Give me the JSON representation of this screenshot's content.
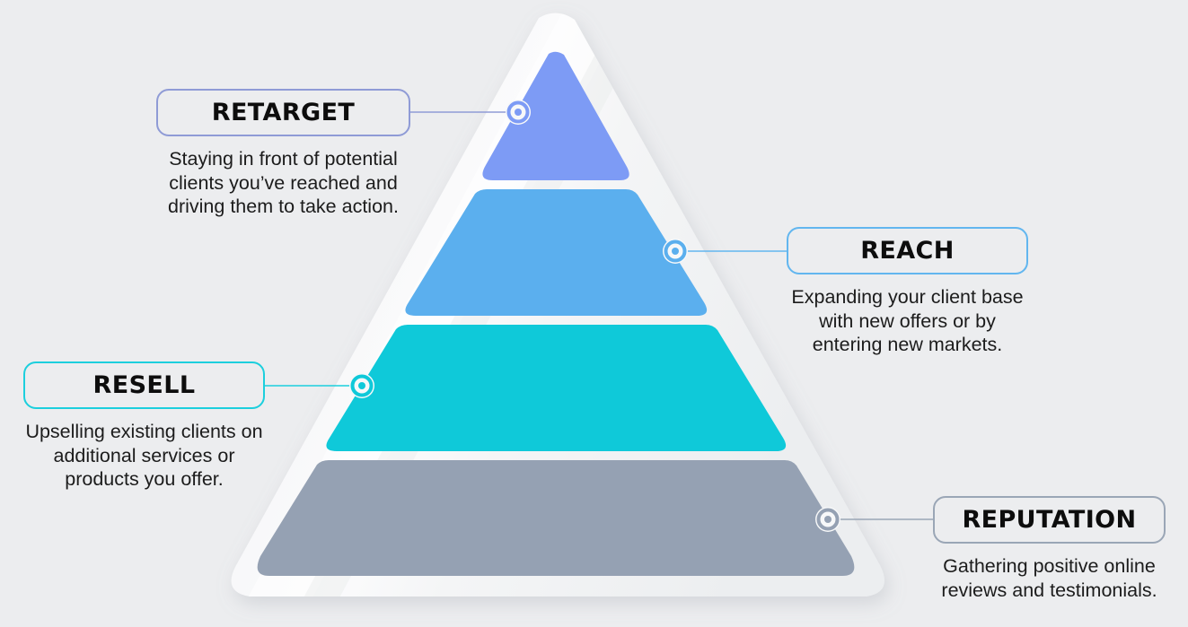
{
  "background_color": "#ecedef",
  "diagram": {
    "type": "pyramid",
    "backdrop_color": "#f7f8f9",
    "tiers": [
      {
        "id": "retarget",
        "label": "RETARGET",
        "description": "Staying in front of potential clients you’ve reached and driving them to take action.",
        "color": "#7d9bf5",
        "accent_color": "#8f9bd6",
        "level": 1,
        "side": "left"
      },
      {
        "id": "reach",
        "label": "REACH",
        "description": "Expanding your client base with new offers or by entering new markets.",
        "color": "#5bafee",
        "accent_color": "#62b6ef",
        "level": 2,
        "side": "right"
      },
      {
        "id": "resell",
        "label": "RESELL",
        "description": "Upselling existing clients on additional services or products you offer.",
        "color": "#0fc9d9",
        "accent_color": "#1ccfdd",
        "level": 3,
        "side": "left"
      },
      {
        "id": "reputation",
        "label": "REPUTATION",
        "description": "Gathering positive online reviews and testimonials.",
        "color": "#95a1b3",
        "accent_color": "#9aa6b6",
        "level": 4,
        "side": "right"
      }
    ]
  }
}
